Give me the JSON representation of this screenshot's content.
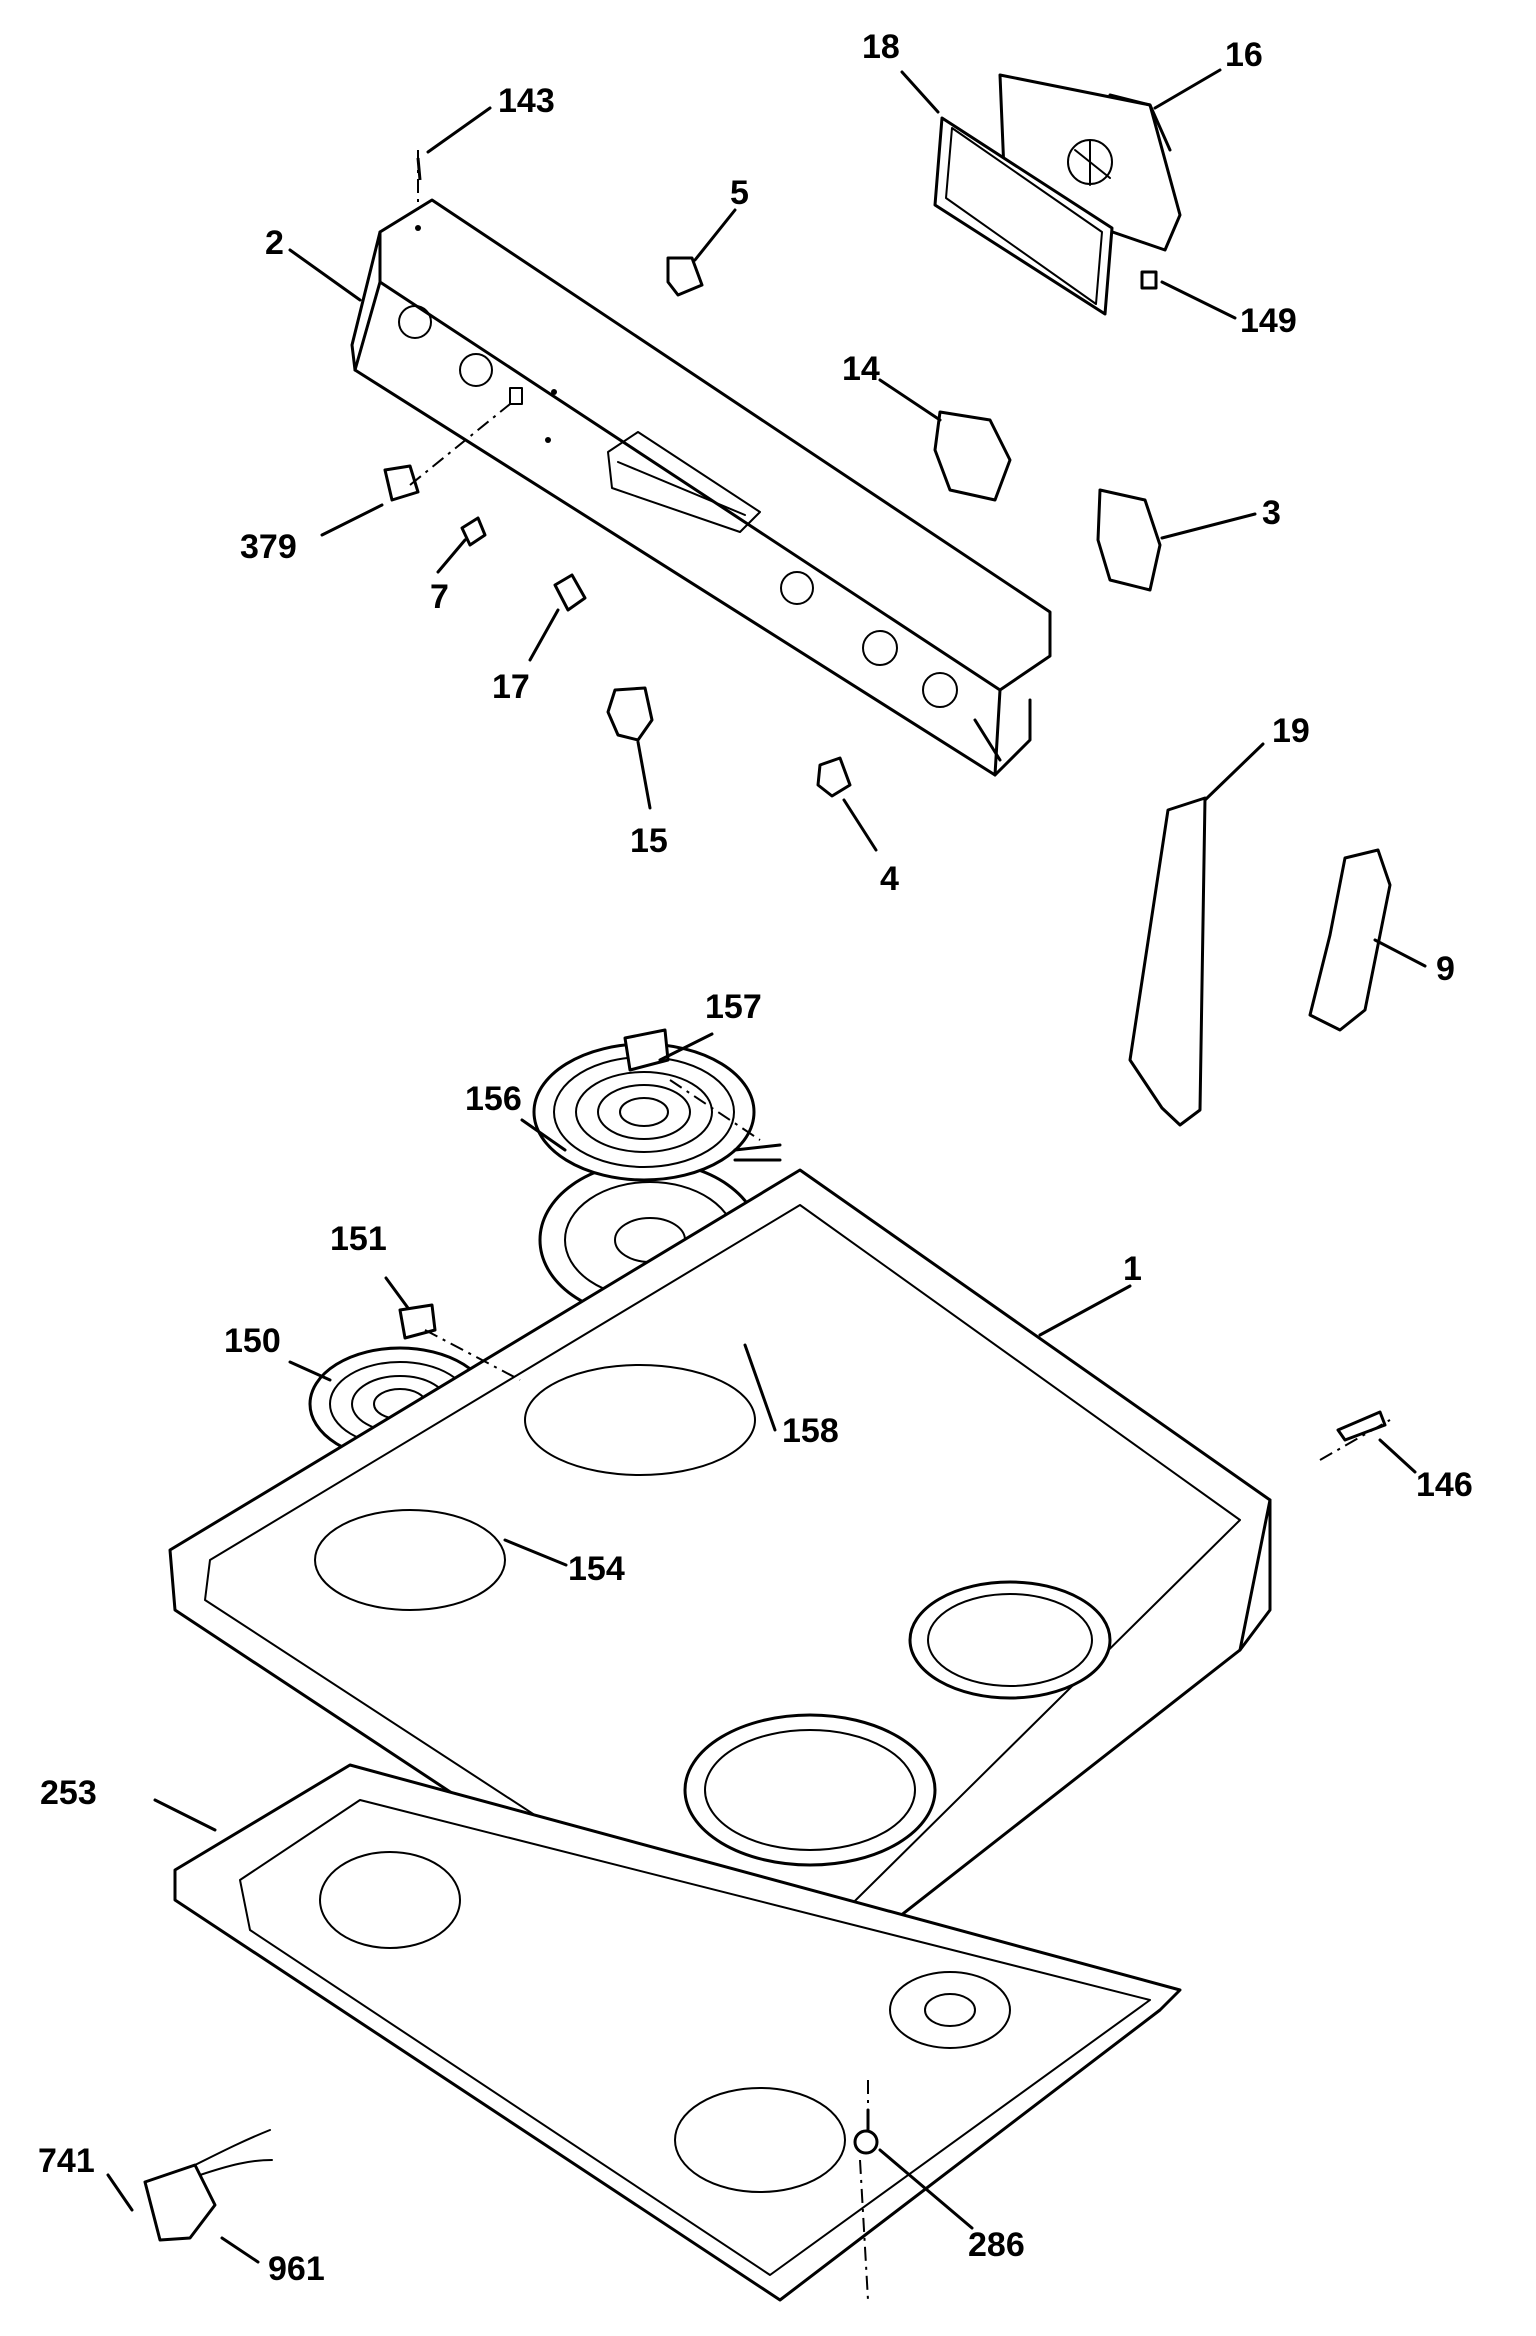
{
  "callouts": {
    "c143": "143",
    "c18": "18",
    "c16": "16",
    "c2": "2",
    "c5": "5",
    "c149": "149",
    "c14": "14",
    "c379": "379",
    "c3": "3",
    "c7": "7",
    "c17": "17",
    "c15": "15",
    "c4": "4",
    "c19": "19",
    "c9": "9",
    "c157": "157",
    "c156": "156",
    "c151": "151",
    "c1": "1",
    "c150": "150",
    "c158": "158",
    "c146": "146",
    "c154": "154",
    "c253": "253",
    "c741": "741",
    "c961": "961",
    "c286": "286"
  }
}
